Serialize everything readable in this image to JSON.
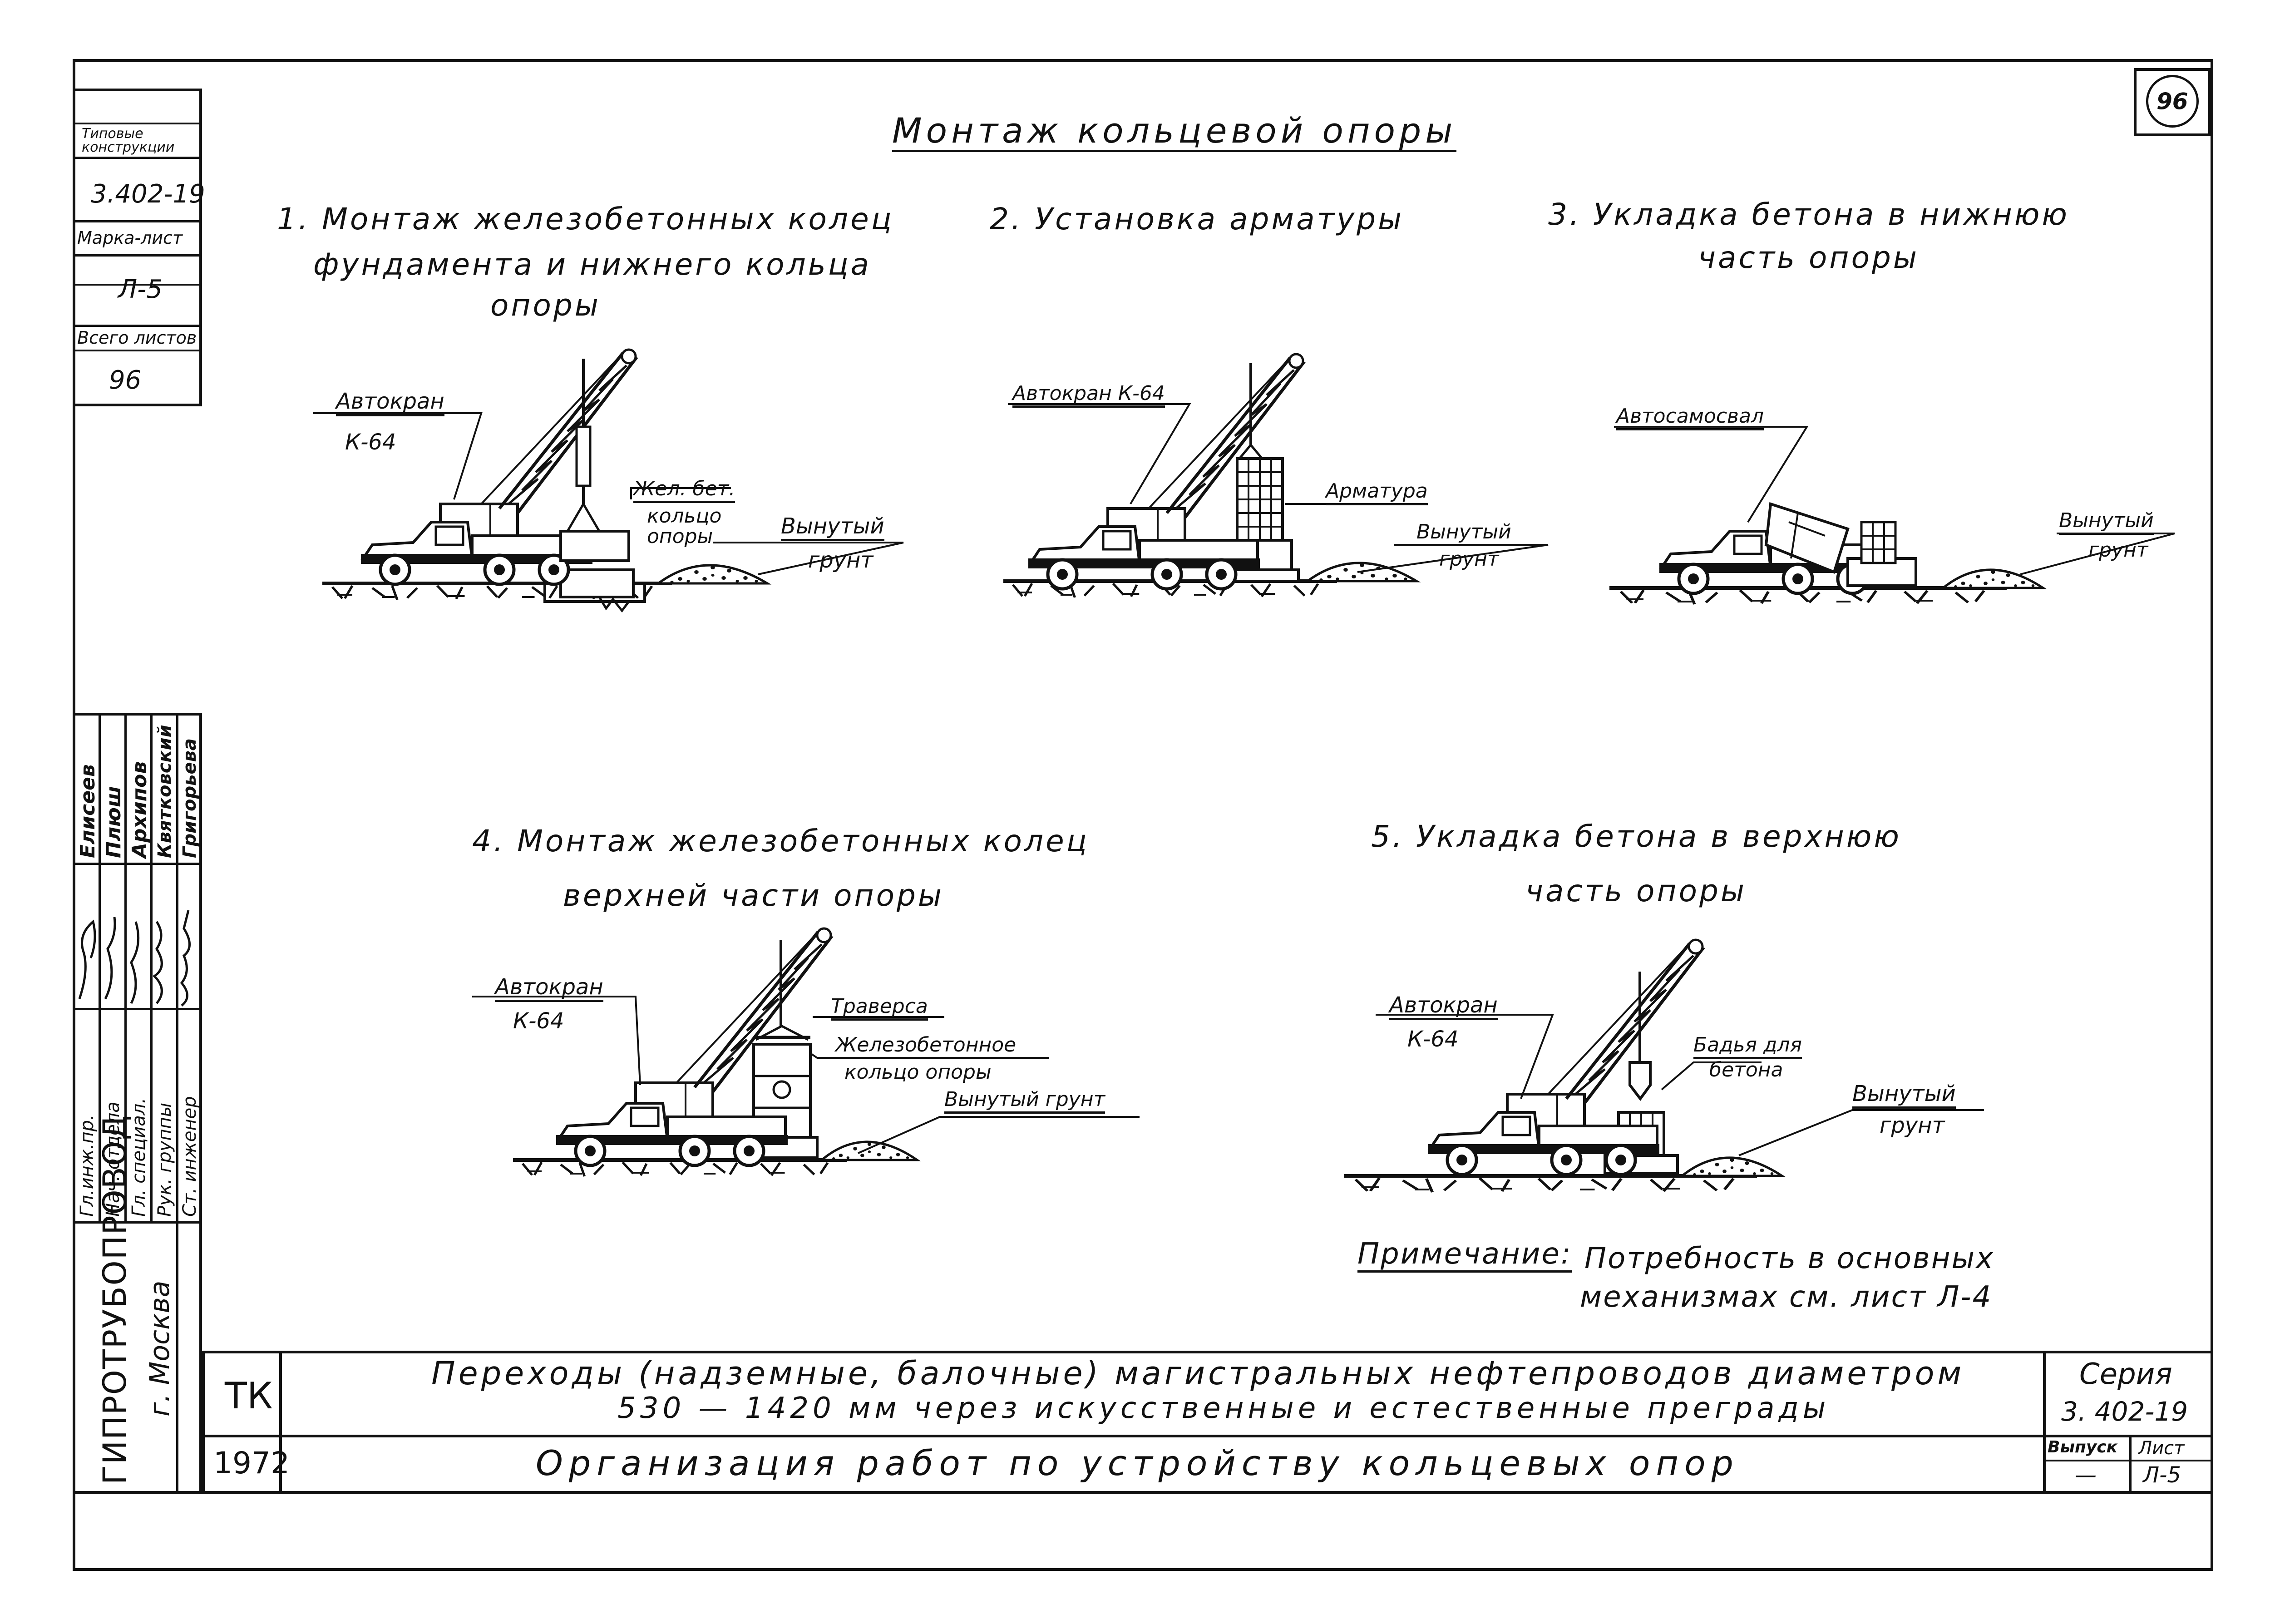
{
  "sheet_number": "96",
  "title": "Монтаж кольцевой опоры",
  "left_stamp": {
    "type_label": "Типовые конструкции",
    "series": "3.402-19",
    "mark_label": "Марка-лист",
    "mark": "Л-5",
    "total_label": "Всего листов",
    "total": "96"
  },
  "signatures": {
    "roles": [
      "Гл.инж.пр.",
      "Нач. отдела",
      "Гл. специал.",
      "Рук. группы",
      "Ст. инженер"
    ],
    "names": [
      "Елисеев",
      "Плюш",
      "Архипов",
      "Квятковский",
      "Григорьева"
    ]
  },
  "organization": "ГИПРОТРУБОПРОВОД",
  "city": "г. Москва",
  "steps": [
    {
      "title_lines": [
        "1. Монтаж железобетонных колец",
        "фундамента и нижнего кольца",
        "опоры"
      ],
      "labels": [
        "Автокран",
        "К-64",
        "Жел. бет.",
        "кольцо",
        "опоры",
        "Вынутый",
        "грунт"
      ]
    },
    {
      "title_lines": [
        "2. Установка арматуры"
      ],
      "labels": [
        "Автокран К-64",
        "Арматура",
        "Вынутый",
        "грунт"
      ]
    },
    {
      "title_lines": [
        "3. Укладка бетона в нижнюю",
        "часть опоры"
      ],
      "labels": [
        "Автосамосвал",
        "Вынутый",
        "грунт"
      ]
    },
    {
      "title_lines": [
        "4. Монтаж железобетонных колец",
        "верхней части опоры"
      ],
      "labels": [
        "Автокран",
        "К-64",
        "Траверса",
        "Железобетонное",
        "кольцо опоры",
        "Вынутый грунт"
      ]
    },
    {
      "title_lines": [
        "5. Укладка бетона в верхнюю",
        "часть опоры"
      ],
      "labels": [
        "Автокран",
        "К-64",
        "Бадья для",
        "бетона",
        "Вынутый",
        "грунт"
      ]
    }
  ],
  "note": {
    "label": "Примечание:",
    "line1": "Потребность в основных",
    "line2": "механизмах см. лист Л-4"
  },
  "title_block": {
    "code": "ТК",
    "year": "1972",
    "line1": "Переходы (надземные, балочные) магистральных нефтепроводов диаметром",
    "line2": "530 — 1420 мм через искусственные и естественные преграды",
    "line3": "Организация работ по устройству кольцевых опор",
    "series_label": "Серия",
    "series_value": "3. 402-19",
    "issue_label": "Выпуск",
    "issue_value": "—",
    "sheet_label": "Лист",
    "sheet_value": "Л-5"
  }
}
